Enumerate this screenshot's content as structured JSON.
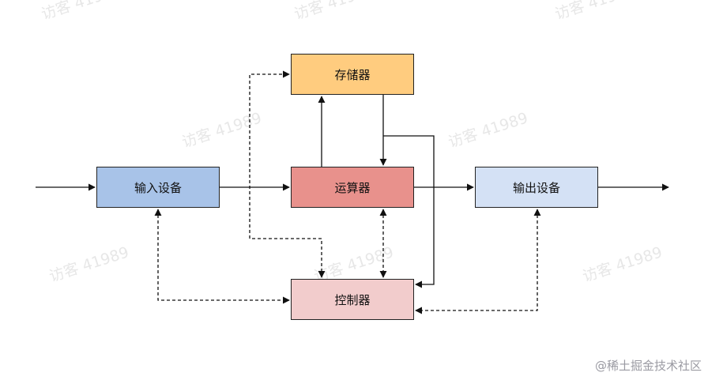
{
  "nodes": {
    "storage": "存储器",
    "alu": "运算器",
    "input": "输入设备",
    "output": "输出设备",
    "control": "控制器"
  },
  "watermark_text": "访客 41989",
  "credit": "@稀土掘金技术社区",
  "colors": {
    "storage": "#ffcc7f",
    "alu": "#e8918c",
    "input": "#a8c3e8",
    "output": "#d4e1f5",
    "control": "#f2cccc",
    "line": "#111111"
  }
}
